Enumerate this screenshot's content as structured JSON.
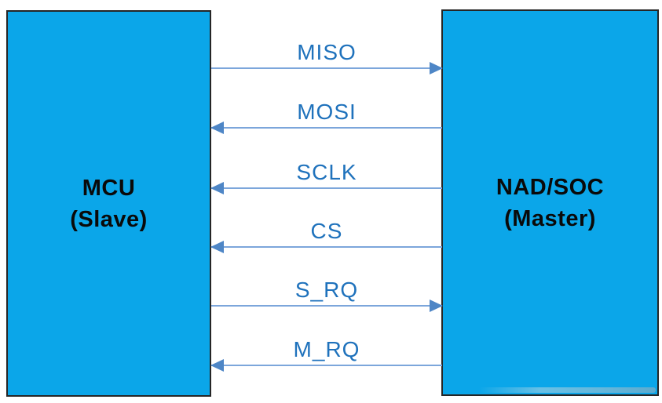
{
  "diagram": {
    "left_box": {
      "title": "MCU",
      "subtitle": "(Slave)"
    },
    "right_box": {
      "title": "NAD/SOC",
      "subtitle": "(Master)"
    },
    "signals": [
      {
        "label": "MISO",
        "direction": "right",
        "from": "MCU (Slave)",
        "to": "NAD/SOC (Master)"
      },
      {
        "label": "MOSI",
        "direction": "left",
        "from": "NAD/SOC (Master)",
        "to": "MCU (Slave)"
      },
      {
        "label": "SCLK",
        "direction": "left",
        "from": "NAD/SOC (Master)",
        "to": "MCU (Slave)"
      },
      {
        "label": "CS",
        "direction": "left",
        "from": "NAD/SOC (Master)",
        "to": "MCU (Slave)"
      },
      {
        "label": "S_RQ",
        "direction": "right",
        "from": "MCU (Slave)",
        "to": "NAD/SOC (Master)"
      },
      {
        "label": "M_RQ",
        "direction": "left",
        "from": "NAD/SOC (Master)",
        "to": "MCU (Slave)"
      }
    ],
    "colors": {
      "box_fill": "#0ba6e9",
      "box_border": "#262626",
      "box_text": "#0a0a0a",
      "signal_label": "#1f72bc",
      "arrow_line": "#7ca6db",
      "arrow_head": "#4e86c6",
      "background": "#ffffff"
    }
  }
}
